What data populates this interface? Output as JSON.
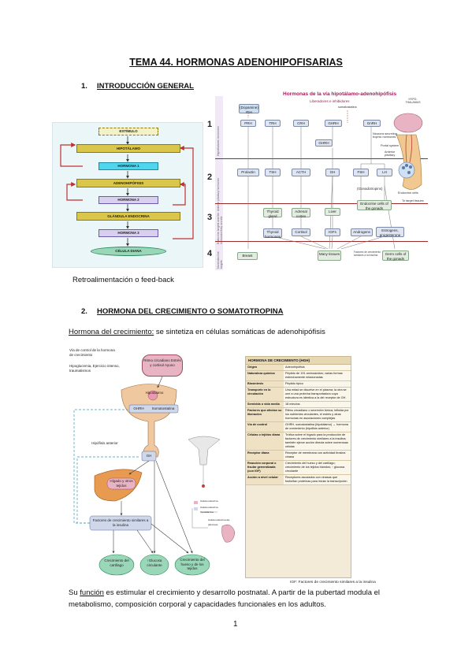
{
  "title": "TEMA 44. HORMONAS ADENOHIPOFISARIAS",
  "section1": {
    "num": "1.",
    "label": "INTRODUCCIÓN GENERAL"
  },
  "feedback": {
    "caption": "Retroalimentación o feed-back",
    "boxes": [
      "ESTÍMULO",
      "HIPOTÁLAMO",
      "HORMONA 1",
      "ADENOHIPÓFISIS",
      "HORMONA 2",
      "GLÁNDULA ENDOCRINA",
      "HORMONA 3",
      "CÉLULA DIANA"
    ]
  },
  "hypo": {
    "title": "Hormonas de la vía hipotálamo-adenohipófisis",
    "subtitle": "Liberadores e inhibidores",
    "rows": [
      "1",
      "2",
      "3",
      "4"
    ],
    "row_labels": [
      "Hypothalamic hormones",
      "Anterior pituitary hormones",
      "Endocrine targets and the hormones they secrete",
      "Nonendocrine targets"
    ],
    "dopamine": "(Dopamine) PIH",
    "somatostatin": "somatostatina",
    "hypo_hormones": [
      "PRH",
      "TRH",
      "CRH",
      "GHRH",
      "GnRH"
    ],
    "ghrh_mid": "GHRH",
    "pit_hormones": [
      "Prolactin",
      "TSH",
      "ACTH",
      "GH",
      "FSH",
      "LH"
    ],
    "gonadotropins": "(Gonadotropins)",
    "endocrine": [
      "Thyroid gland",
      "Adrenal cortex",
      "Liver",
      "Endocrine cells of the gonads"
    ],
    "secreted": [
      "Thyroid hormones",
      "Cortisol",
      "IGFs",
      "Androgens",
      "Estrogens, progesterone"
    ],
    "targets": [
      "Breast",
      "Many tissues",
      "Germ cells of the gonads"
    ],
    "note": "Factores de crecimiento similares a la insulina",
    "anatomy": [
      "HYPO-THALAMUS",
      "Neurons secreting trophic hormones",
      "Portal system",
      "Anterior pituitary",
      "Endocrine cells",
      "To target tissues"
    ]
  },
  "section2": {
    "num": "2.",
    "label": "HORMONA DEL CRECIMIENTO O SOMATOTROPINA"
  },
  "gh_intro": {
    "label": "Hormona del crecimiento:",
    "text": " se sintetiza en células somáticas de adenohipófisis"
  },
  "gh_fig": {
    "control_label": "Vía de control de la hormona de crecimiento",
    "stimuli": "Hipoglucemia, Ejercicio intenso, traumatismos",
    "rhythm": "Ritmo circadiano Estrés y cortisol Ayuno",
    "hypothalamus": "Hipotálamo",
    "ghrh": "GHRH",
    "somatostatin": "Somatostatina",
    "pituitary": "Hipófisis anterior",
    "gh": "GH",
    "liver": "Hígado y otros tejidos",
    "igf": "Factores de crecimiento similares a la insulina",
    "outcomes": [
      "Crecimiento del cartílago",
      "Glucosa circulante",
      "Crecimiento del hueso y de los tejidos"
    ],
    "outcome_prefix": [
      "",
      "↑",
      ""
    ],
    "legend": [
      "Célula endocrina",
      "Célula endocrina hipotalámica",
      "Célula endocrina del páncreas"
    ]
  },
  "gh_table": {
    "header": "HORMONA DE CRECIMIENTO (HGH)",
    "rows": [
      {
        "k": "Origen",
        "v": "Adenohipófisis"
      },
      {
        "k": "Naturaleza química",
        "v": "Péptido de 191 aminoácidos; varias formas estrechamente relacionadas"
      },
      {
        "k": "Biosíntesis",
        "v": "Péptido típico"
      },
      {
        "k": "Transporte en la circulación",
        "v": "Una mitad se disuelve en el plasma; la otra se une a una proteína transportadora cuya estructura es idéntica a la del receptor de GH."
      },
      {
        "k": "Semivida o vida media",
        "v": "18 minutos"
      },
      {
        "k": "Factores que afectan su liberación",
        "v": "Ritmo circadiano o secreción tónica; influida por los nutrientes circulantes, el estrés y otras hormonas en asociaciones complejas"
      },
      {
        "k": "Vía de control",
        "v": "GHRH, somatostatina (hipotálamo) → hormona de crecimiento (hipófisis anterior)"
      },
      {
        "k": "Células o tejidos diana",
        "v": "Trófica sobre el hígado para la producción de factores de crecimiento similares a la insulina; también ejerce acción directa sobre numerosas células"
      },
      {
        "k": "Receptor diana",
        "v": "Receptor de membrana con actividad tirosina cinasa"
      },
      {
        "k": "Reacción corporal o tisular generalizada (con IGF)",
        "v": "Crecimiento del hueso y del cartílago; crecimiento de los tejidos blandos; ↑ glucosa circulante"
      },
      {
        "k": "Acción a nivel celular",
        "v": "Receptores asociados con cinasas que fosforilan proteínas para iniciar la transcripción"
      }
    ],
    "footnote": "IGF: Factores de crecimiento similares a la insulina"
  },
  "function_para": {
    "pre": "Su ",
    "word": "función",
    "post": " es estimular el crecimiento y desarrollo postnatal. A partir de la pubertad modula el metabolismo, composición corporal y capacidades funcionales en los adultos."
  },
  "page_number": "1",
  "colors": {
    "dark_red": "#9a2a2a",
    "gold": "#d9c64a",
    "cyan": "#4fd6ec",
    "lavender": "#d9d0f0",
    "green": "#9ad6b8",
    "pink": "#e8b4c4",
    "orange": "#e8a060"
  }
}
